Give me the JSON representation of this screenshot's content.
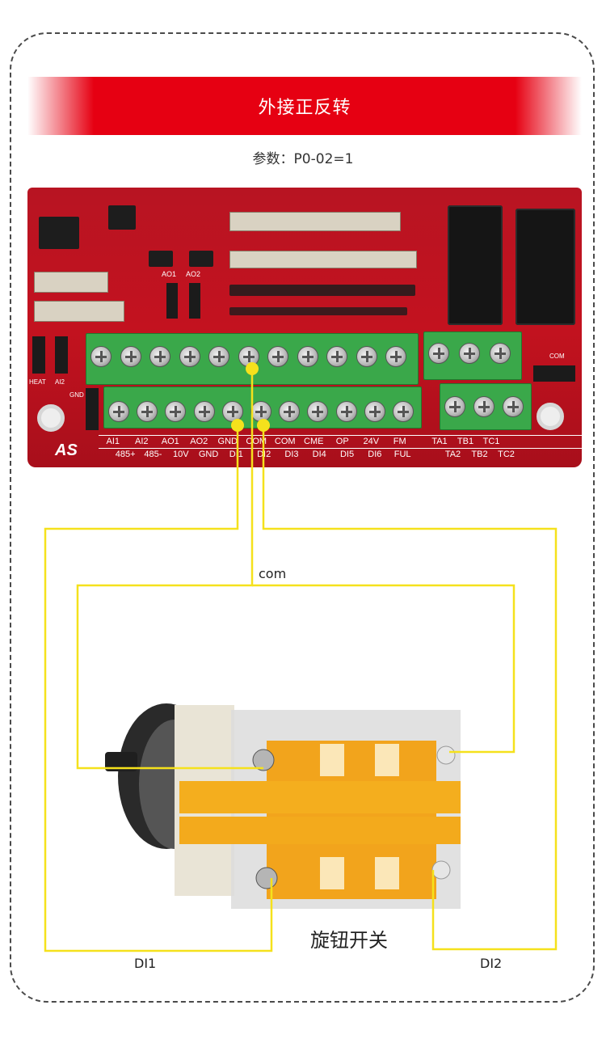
{
  "banner": {
    "title": "外接正反转"
  },
  "param": {
    "text": "参数：P0-02=1"
  },
  "board": {
    "logo": "AS",
    "top_row_labels": [
      "AI1",
      "AI2",
      "AO1",
      "AO2",
      "GND",
      "COM",
      "COM",
      "CME",
      "OP",
      "24V",
      "FM"
    ],
    "bottom_row_labels": [
      "485+",
      "485-",
      "10V",
      "GND",
      "DI1",
      "DI2",
      "DI3",
      "DI4",
      "DI5",
      "DI6",
      "FUL"
    ],
    "relay_top_labels": [
      "TA1",
      "TB1",
      "TC1"
    ],
    "relay_bottom_labels": [
      "TA2",
      "TB2",
      "TC2"
    ],
    "header_labels": {
      "heat": "HEAT",
      "ai2": "AI2",
      "gnd": "GND",
      "com": "COM",
      "ao1": "AO1",
      "ao2": "AO2"
    }
  },
  "wiring": {
    "com_label": "com",
    "di1_label": "DI1",
    "di2_label": "DI2",
    "wire_color": "#f5e11c"
  },
  "switch": {
    "label": "旋钮开关"
  }
}
